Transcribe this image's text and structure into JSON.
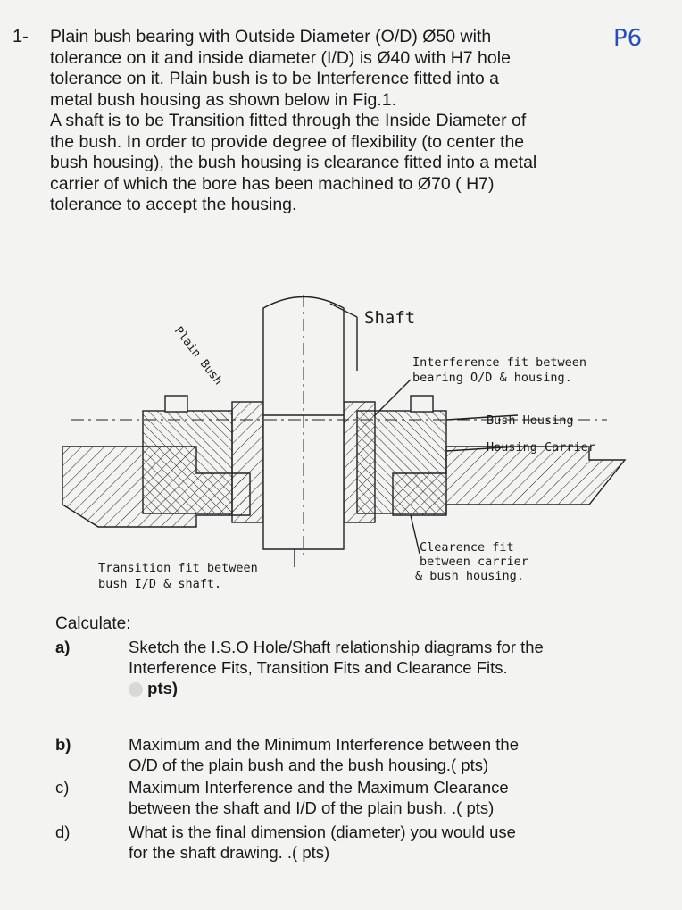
{
  "question": {
    "number": "1-",
    "tag": "P6",
    "intro_lines": [
      "Plain bush bearing with Outside Diameter (O/D)  Ø50 with",
      "tolerance on it and inside diameter (I/D)  is Ø40 with H7 hole",
      "tolerance on it. Plain bush is to be Interference fitted into a",
      "metal  bush housing as shown below in Fig.1.",
      "A shaft is to be Transition fitted through the Inside Diameter of",
      "the bush. In order to provide degree of flexibility (to center the",
      "bush housing), the bush housing is clearance fitted into a metal",
      "carrier of which the bore has been machined to Ø70 ( H7)",
      "tolerance to accept the housing."
    ]
  },
  "figure": {
    "labels": {
      "shaft": "Shaft",
      "plain_bush": "Plain Bush",
      "interference_1": "Interference fit between",
      "interference_2": "bearing O/D & housing.",
      "bush_housing": "Bush Housing",
      "housing_carrier": "Housing Carrier",
      "clearence_1": "Clearence fit",
      "clearence_2": "between carrier",
      "clearence_3": "& bush housing.",
      "transition_1": "Transition fit between",
      "transition_2": "bush I/D & shaft."
    }
  },
  "calculate": {
    "heading": "Calculate:",
    "parts": [
      {
        "letter": "a)",
        "lines": [
          "Sketch the I.S.O Hole/Shaft relationship diagrams for the",
          "Interference Fits, Transition Fits and Clearance Fits."
        ],
        "pts": "pts)"
      },
      {
        "letter": "b)",
        "lines": [
          "Maximum and the Minimum Interference between the",
          "O/D of the plain bush and the bush housing.(  pts)"
        ]
      },
      {
        "letter": "c)",
        "lines": [
          "Maximum Interference and the Maximum Clearance",
          "between the shaft and I/D of the plain bush. .(  pts)"
        ]
      },
      {
        "letter": "d)",
        "lines": [
          "What is the final dimension (diameter) you would use",
          "for the shaft drawing. .(  pts)"
        ]
      }
    ]
  }
}
